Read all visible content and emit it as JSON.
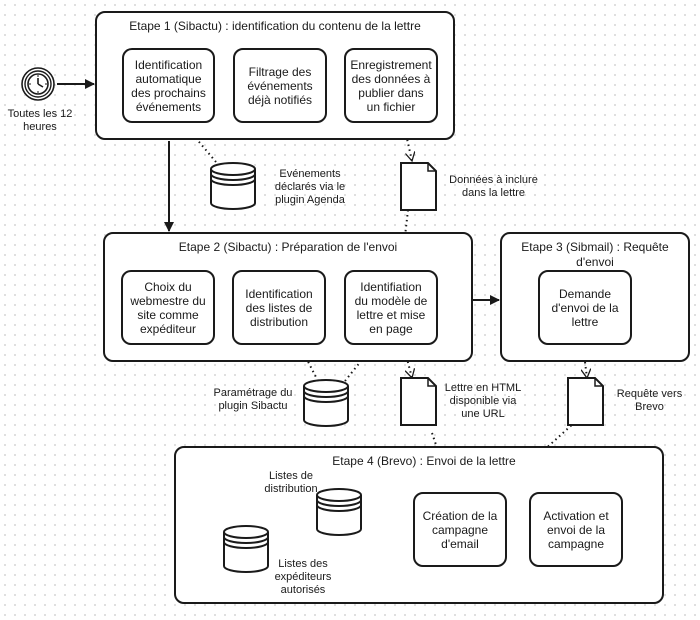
{
  "timer": {
    "label": "Toutes les 12 heures",
    "icon": "clock-icon"
  },
  "stage1": {
    "title": "Etape 1 (Sibactu) : identification du contenu de la lettre",
    "tasks": [
      "Identification automatique des prochains événements",
      "Filtrage des événements déjà notifiés",
      "Enregistrement des données à publier dans un fichier"
    ]
  },
  "stage2": {
    "title": "Etape 2 (Sibactu) : Préparation de l'envoi",
    "tasks": [
      "Choix du webmestre du site comme expéditeur",
      "Identification des listes de distribution",
      "Identifiation du modèle de lettre et mise en page"
    ]
  },
  "stage3": {
    "title": "Etape 3 (Sibmail) : Requête d'envoi",
    "tasks": [
      "Demande d'envoi de la lettre"
    ]
  },
  "stage4": {
    "title": "Etape 4 (Brevo) : Envoi de la lettre",
    "tasks": [
      "Création de la campagne d'email",
      "Activation et envoi de la campagne"
    ]
  },
  "data_stores": {
    "agenda": "Evénements déclarés via le plugin Agenda",
    "sibactu_settings": "Paramétrage du plugin Sibactu",
    "distribution_lists": "Listes de distribution",
    "senders": "Listes des expéditeurs autorisés"
  },
  "documents": {
    "letter_data": "Données à inclure dans la lettre",
    "html_letter": "Lettre en HTML disponible via une URL",
    "brevo_request": "Requête vers Brevo"
  },
  "colors": {
    "stroke": "#1a1a1a",
    "background": "#ffffff",
    "grid": "#d4d4d4"
  }
}
